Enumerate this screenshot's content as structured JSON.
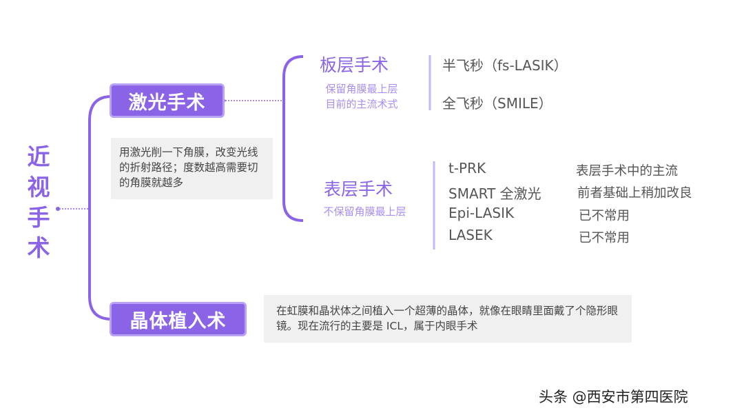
{
  "root": {
    "title_chars": [
      "近",
      "视",
      "手",
      "术"
    ]
  },
  "branch_laser": {
    "title": "激光手术",
    "note": "用激光削一下角膜，改变光线的折射路径；度数越高需要切的角膜就越多",
    "flap": {
      "title": "板层手术",
      "desc_line1": "保留角膜最上层",
      "desc_line2": "目前的主流术式",
      "items": [
        "半飞秒（fs-LASIK）",
        "全飞秒（SMILE）"
      ]
    },
    "surface": {
      "title": "表层手术",
      "desc": "不保留角膜最上层",
      "items": [
        {
          "name": "t-PRK",
          "note": "表层手术中的主流"
        },
        {
          "name": "SMART 全激光",
          "note": "前者基础上稍加改良"
        },
        {
          "name": "Epi-LASIK",
          "note": "已不常用"
        },
        {
          "name": "LASEK",
          "note": "已不常用"
        }
      ]
    }
  },
  "branch_lens": {
    "title": "晶体植入术",
    "note": "在虹膜和晶状体之间植入一个超薄的晶体，就像在眼睛里面戴了个隐形眼镜。现在流行的主要是 ICL，属于内眼手术"
  },
  "watermark": "头条 @西安市第四医院",
  "colors": {
    "accent": "#8a63e6",
    "accent_light": "#b9a1f5",
    "note_bg": "#f0f0f0"
  }
}
